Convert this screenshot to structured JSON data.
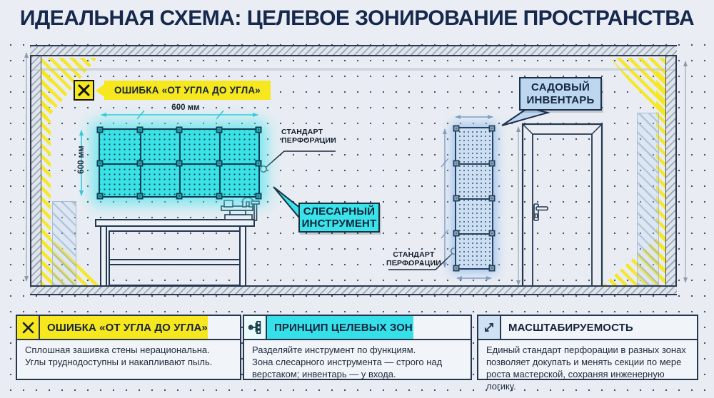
{
  "title": "ИДЕАЛЬНАЯ СХЕМА: ЦЕЛЕВОЕ ЗОНИРОВАНИЕ ПРОСТРАНСТВА",
  "scene": {
    "error_tag": "ОШИБКА «ОТ УГЛА ДО УГЛА»",
    "dim_width": "600 мм",
    "dim_height": "600 мм",
    "perforation_top": {
      "line1": "СТАНДАРТ",
      "line2": "ПЕРФОРАЦИИ"
    },
    "perforation_bottom": {
      "line1": "СТАНДАРТ",
      "line2": "ПЕРФОРАЦИИ"
    },
    "locksmith_tag": {
      "line1": "СЛЕСАРНЫЙ",
      "line2": "ИНСТРУМЕНТ"
    },
    "garden_tag": {
      "line1": "САДОВЫЙ",
      "line2": "ИНВЕНТАРЬ"
    }
  },
  "panels": [
    {
      "icon": "x-mark-icon",
      "title": "ОШИБКА «ОТ УГЛА ДО УГЛА»",
      "body": "Сплошная зашивка стены нерациональна.\nУглы труднодоступны и накапливают пыль."
    },
    {
      "icon": "branch-zones-icon",
      "title": "ПРИНЦИП ЦЕЛЕВЫХ ЗОН",
      "body": "Разделяйте инструмент по функциям.\nЗона слесарного инструмента — строго над\nверстаком; инвентарь — у входа."
    },
    {
      "icon": "scale-arrows-icon",
      "title": "МАСШТАБИРУЕМОСТЬ",
      "body": "Единый стандарт перфорации в разных зонах\nпозволяет докупать и менять секции по мере\nроста мастерской, сохраняя инженерную логику."
    }
  ],
  "colors": {
    "accent_yellow": "#f7e71e",
    "accent_cyan": "#35e0e8",
    "accent_blue": "#bdd7ee",
    "navy": "#16294d",
    "line": "#233750"
  }
}
